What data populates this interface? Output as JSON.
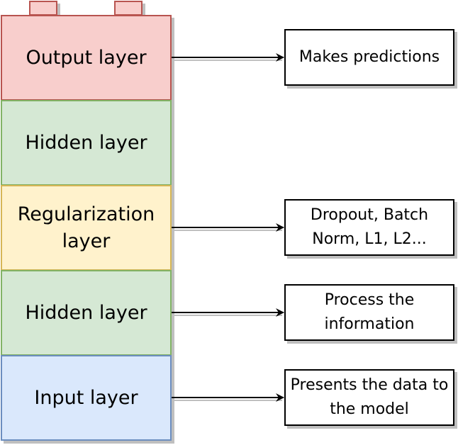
{
  "layers": [
    {
      "id": "output",
      "label": "Output layer",
      "fill": "#f8cecc",
      "stroke": "#b85450"
    },
    {
      "id": "hidden-top",
      "label": "Hidden layer",
      "fill": "#d5e8d4",
      "stroke": "#82b366"
    },
    {
      "id": "regularization",
      "label": "Regularization layer",
      "fill": "#fff2cc",
      "stroke": "#d6b656"
    },
    {
      "id": "hidden-bottom",
      "label": "Hidden layer",
      "fill": "#d5e8d4",
      "stroke": "#82b366"
    },
    {
      "id": "input",
      "label": "Input layer",
      "fill": "#dae8fc",
      "stroke": "#6c8ebf"
    }
  ],
  "notes": {
    "output": "Makes predictions",
    "regularization": "Dropout, Batch Norm, L1, L2...",
    "hidden": "Process the information",
    "input": "Presents the data to the model"
  }
}
